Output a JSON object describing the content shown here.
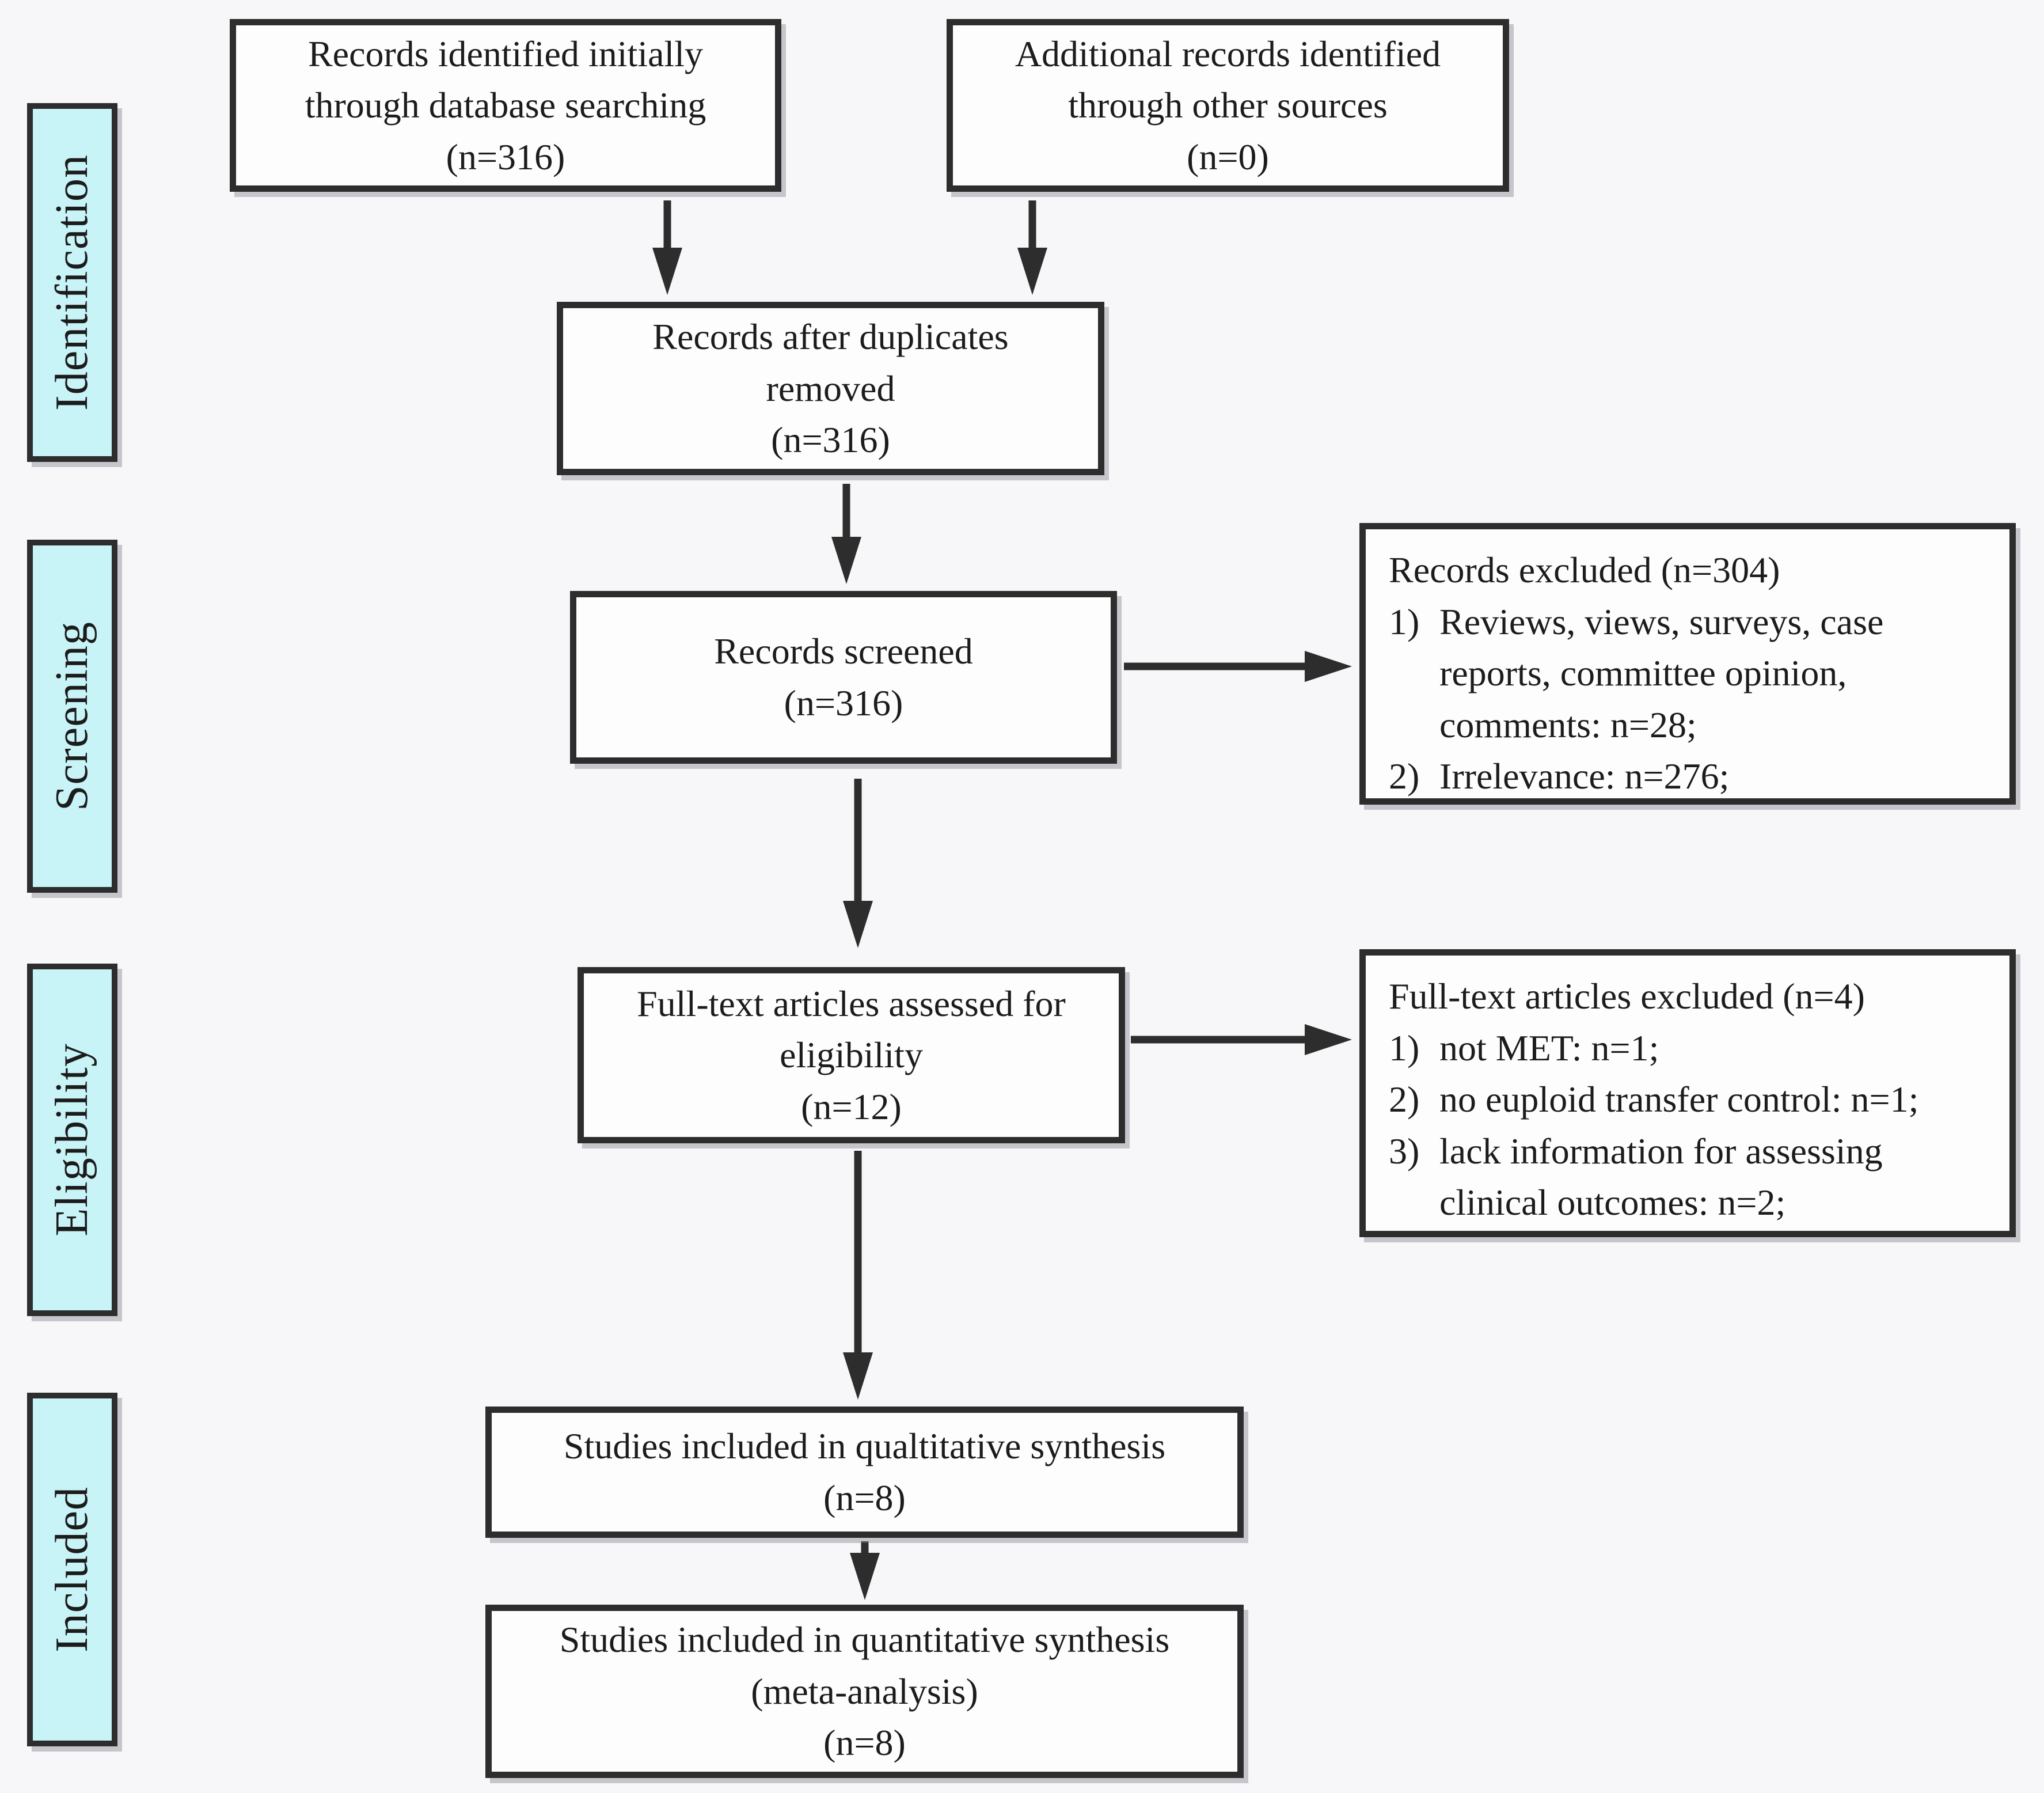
{
  "colors": {
    "background": "#f7f6f8",
    "box_fill": "#fdfdfe",
    "box_border": "#2d2d2d",
    "stage_fill": "#c8f4f8",
    "text": "#1c1c1c"
  },
  "stages": [
    "Identification",
    "Screening",
    "Eligibility",
    "Included"
  ],
  "boxes": {
    "identified": "Records identified initially\nthrough database searching\n(n=316)",
    "other_sources": "Additional records identified\nthrough other sources\n(n=0)",
    "duplicates_removed": "Records after duplicates\nremoved\n(n=316)",
    "screened": "Records screened\n(n=316)",
    "records_excluded": {
      "title": "Records excluded (n=304)",
      "items": [
        {
          "num": "1)",
          "text": "Reviews, views, surveys, case\nreports, committee opinion,\ncomments: n=28;"
        },
        {
          "num": "2)",
          "text": "Irrelevance: n=276;"
        }
      ]
    },
    "fulltext_assessed": "Full-text articles assessed for\neligibility\n(n=12)",
    "fulltext_excluded": {
      "title": "Full-text articles excluded (n=4)",
      "items": [
        {
          "num": "1)",
          "text": "not MET: n=1;"
        },
        {
          "num": "2)",
          "text": "no euploid transfer control: n=1;"
        },
        {
          "num": "3)",
          "text": "lack information for assessing\nclinical outcomes: n=2;"
        }
      ]
    },
    "qualitative": "Studies included in qualtitative synthesis\n(n=8)",
    "quantitative": "Studies included in quantitative synthesis\n(meta-analysis)\n(n=8)"
  }
}
